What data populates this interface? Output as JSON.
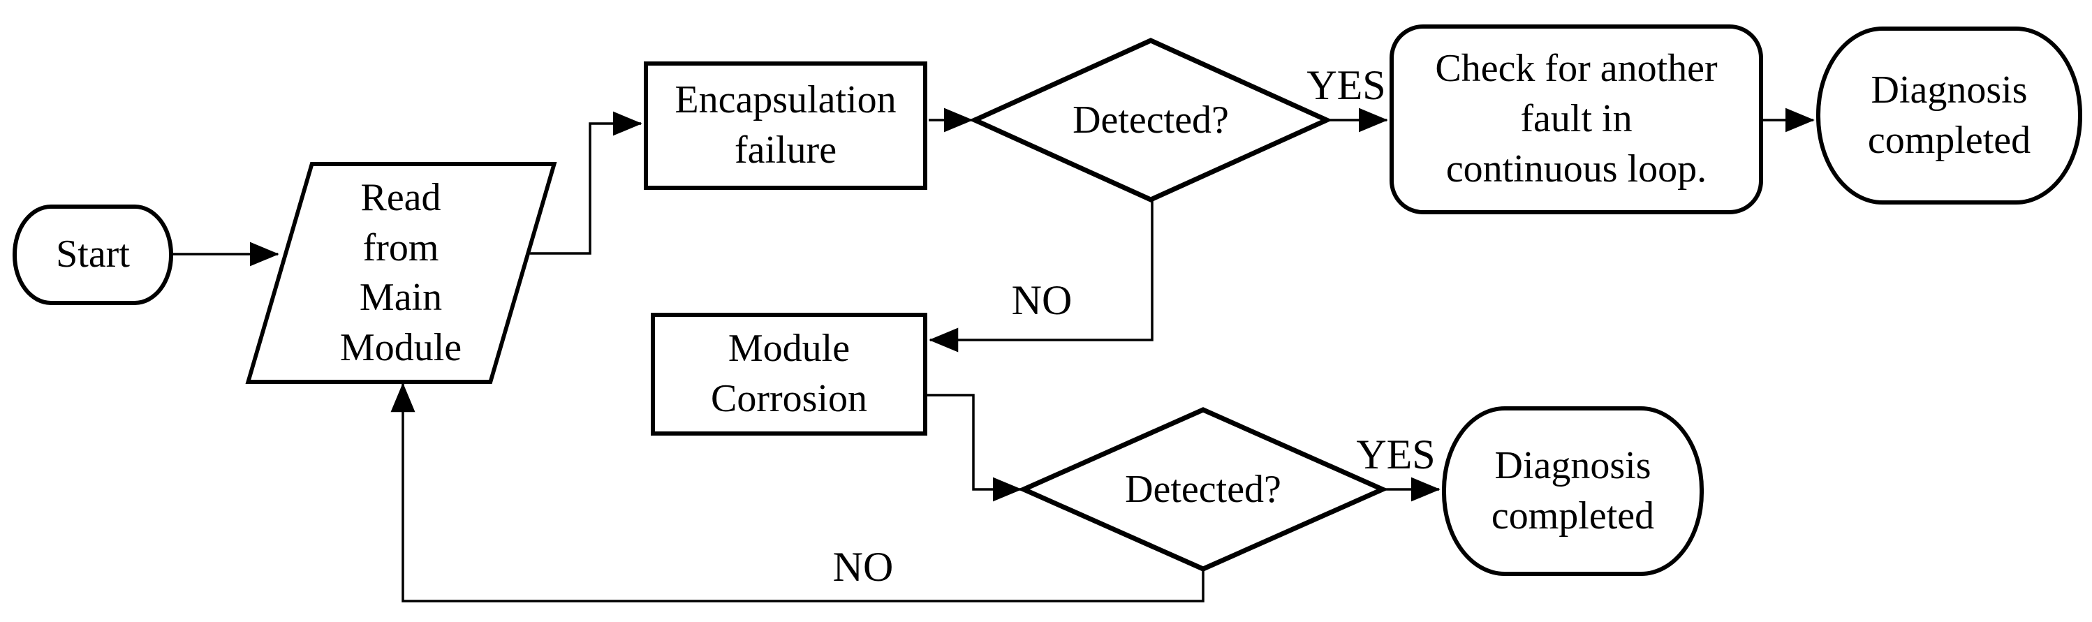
{
  "diagram": {
    "type": "flowchart",
    "background_color": "#ffffff",
    "stroke_color": "#000000",
    "nodes": {
      "start": {
        "shape": "terminator",
        "label": "Start"
      },
      "read_main_module": {
        "shape": "parallelogram",
        "label": "Read\nfrom\nMain\nModule"
      },
      "encapsulation_failure": {
        "shape": "process",
        "label": "Encapsulation\nfailure"
      },
      "detected_1": {
        "shape": "decision",
        "label": "Detected?"
      },
      "check_loop": {
        "shape": "rounded-process",
        "label": "Check for another\nfault in\ncontinuous loop."
      },
      "diagnosis_completed_1": {
        "shape": "terminator",
        "label": "Diagnosis\ncompleted"
      },
      "module_corrosion": {
        "shape": "process",
        "label": "Module\nCorrosion"
      },
      "detected_2": {
        "shape": "decision",
        "label": "Detected?"
      },
      "diagnosis_completed_2": {
        "shape": "terminator",
        "label": "Diagnosis\ncompleted"
      }
    },
    "edge_labels": {
      "detected1_yes": "YES",
      "detected1_no": "NO",
      "detected2_yes": "YES",
      "detected2_no": "NO"
    }
  }
}
